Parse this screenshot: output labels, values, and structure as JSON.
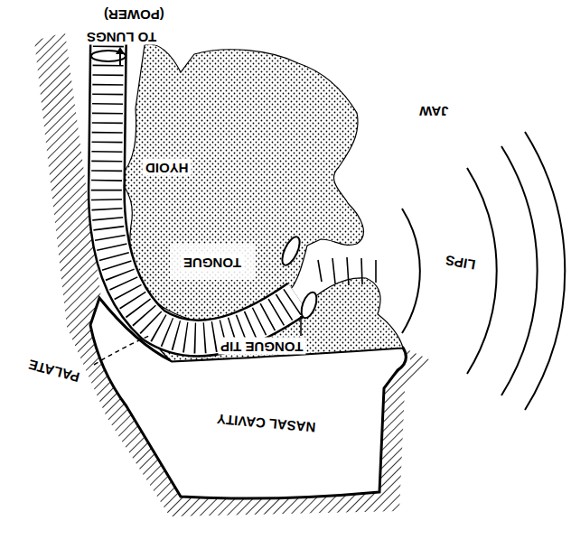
{
  "diagram": {
    "labels": [
      "(POWER)",
      "TO LUNGS",
      "JAW",
      "HYOID",
      "TONGUE",
      "LIPS",
      "TONGUE TIP",
      "PALATE",
      "NASAL CAVITY"
    ]
  }
}
